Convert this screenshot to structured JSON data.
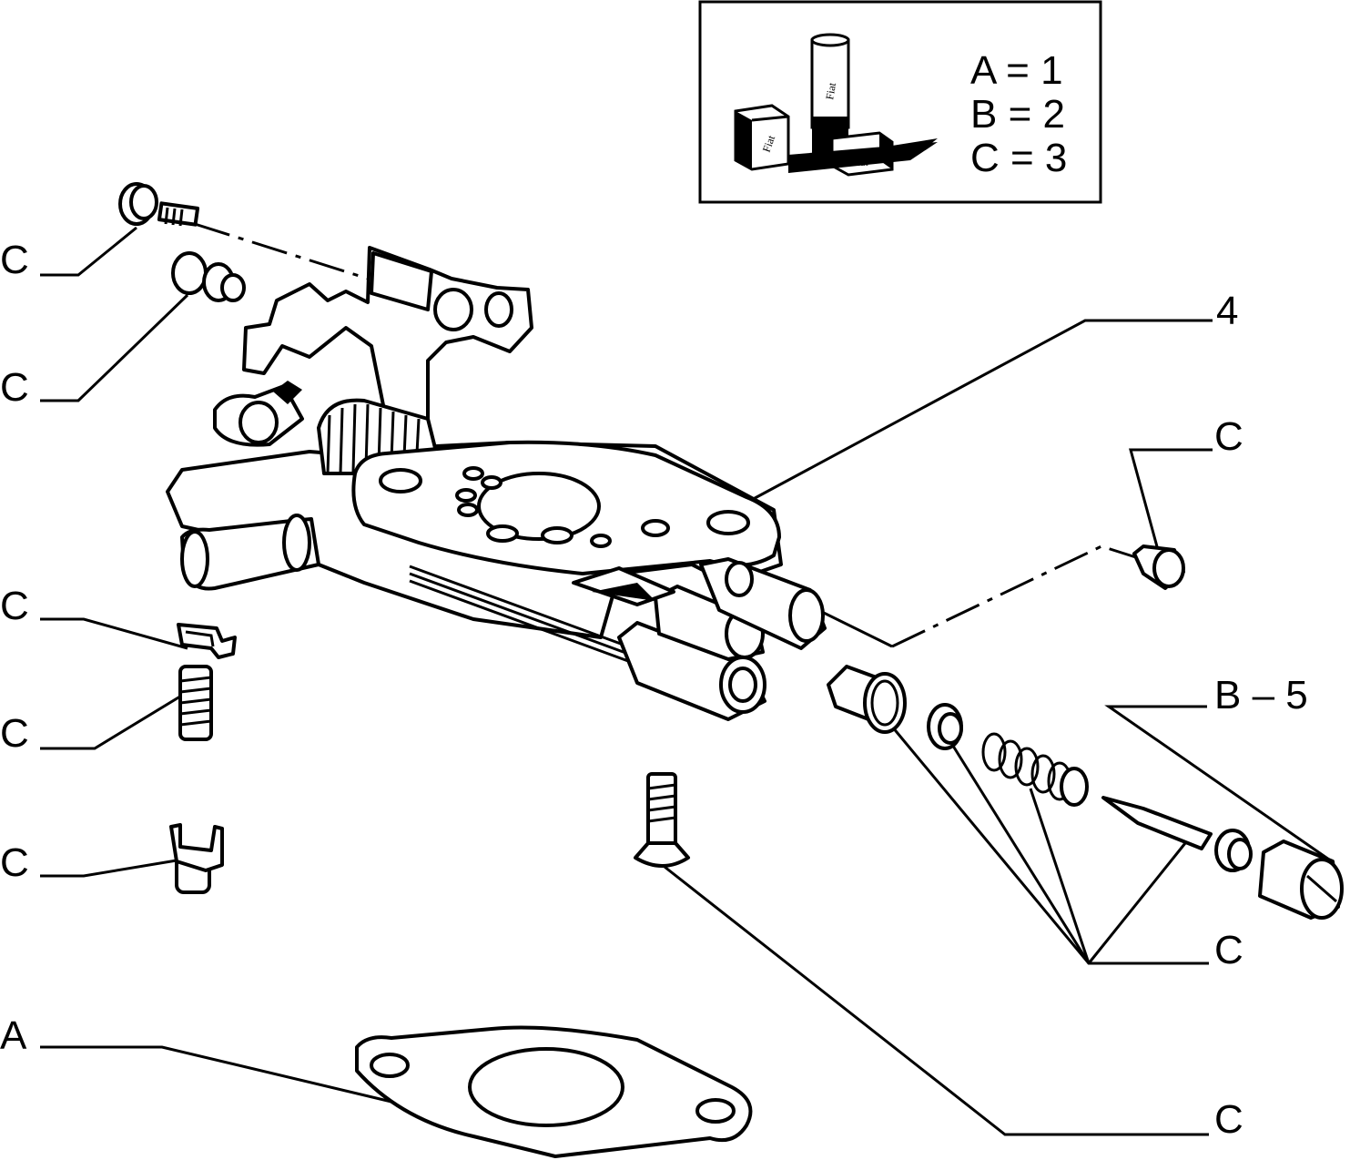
{
  "legend": {
    "lines": [
      "A = 1",
      "B = 2",
      "C = 3"
    ],
    "brand_text": "Fiat"
  },
  "callouts": {
    "c1": "C",
    "c2": "C",
    "c3": "C",
    "c4": "C",
    "c5": "C",
    "a": "A",
    "part4": "4",
    "c_right_top": "C",
    "b5": "B – 5",
    "c_right_mid": "C",
    "c_right_bot": "C"
  }
}
